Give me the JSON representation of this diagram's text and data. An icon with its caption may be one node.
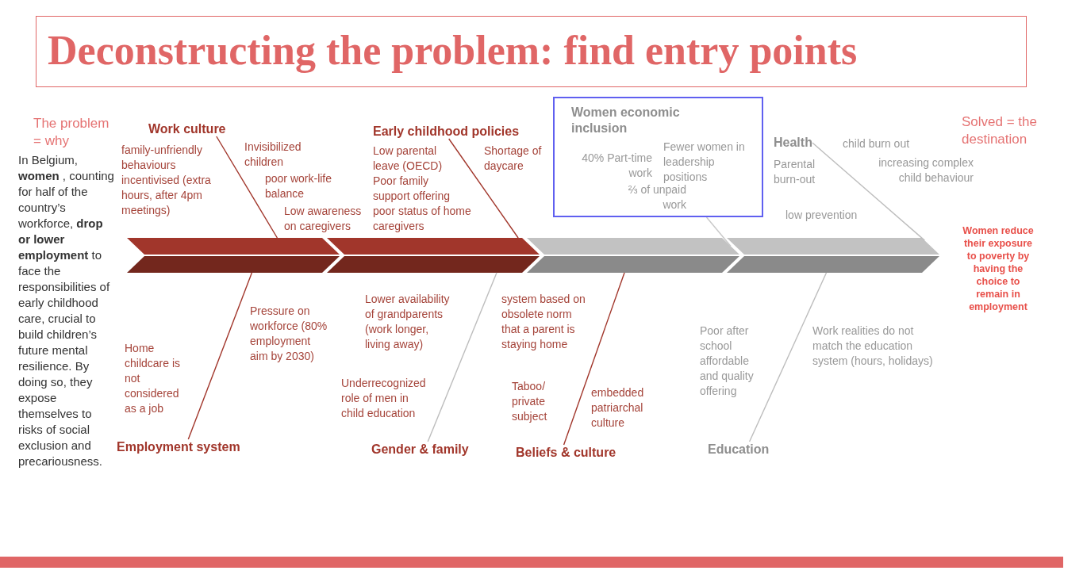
{
  "diagram": {
    "title": "Deconstructing the problem: find entry points",
    "nodes": [
      {
        "text": [
          "Work culture"
        ]
      },
      {
        "text": [
          "Early childhood policies"
        ]
      },
      {
        "text": [
          "Women economic inclusion",
          "40% Part-time work",
          "Fewer women in leadership positions",
          "⅔ of unpaid work"
        ]
      },
      {
        "text": [
          "Health"
        ]
      },
      {
        "text": [],
        "shape": "arrow"
      },
      {
        "text": [],
        "shape": "arrow"
      },
      {
        "text": [],
        "shape": "arrow"
      },
      {
        "text": [],
        "shape": "arrow"
      },
      {
        "text": [
          "Employment system"
        ]
      },
      {
        "text": [
          "Gender & family"
        ]
      },
      {
        "text": [
          "Beliefs & culture"
        ]
      },
      {
        "text": [
          "Education"
        ]
      }
    ],
    "edges": [
      {
        "from": 0,
        "to": 4,
        "arrow": "none",
        "color": "#a1362b"
      },
      {
        "from": 1,
        "to": 5,
        "arrow": "none",
        "color": "#a1362b"
      },
      {
        "from": 2,
        "to": 6,
        "arrow": "none",
        "color": "#c8c8c8"
      },
      {
        "from": 3,
        "to": 7,
        "arrow": "none",
        "color": "#bdbdbd"
      },
      {
        "from": 8,
        "to": 4,
        "arrow": "none",
        "color": "#a1362b"
      },
      {
        "from": 9,
        "to": 5,
        "arrow": "none",
        "color": "#bdbdbd"
      },
      {
        "from": 10,
        "to": 6,
        "arrow": "none",
        "color": "#a1362b"
      },
      {
        "from": 11,
        "to": 7,
        "arrow": "none",
        "color": "#bdbdbd"
      }
    ],
    "labels": [
      "The problem = why",
      "In Belgium, **women** , counting for half of the country’s workforce, **drop or lower employment** to face the responsibilities of early childhood care, crucial to build children’s future mental resilience. By doing so, they expose themselves to risks of social exclusion and precariousness.",
      "family-unfriendly behaviours incentivised (extra hours, after 4pm meetings)",
      "Invisibilized children",
      "poor work-life balance",
      "Low awareness on caregivers",
      "Low parental leave (OECD)",
      "Shortage of daycare",
      "Poor family support offering",
      "poor status of home caregivers",
      "Parental burn-out",
      "child burn out",
      "increasing complex child behaviour",
      "low prevention",
      "Solved = the destination",
      "Women reduce their exposure to poverty by having the choice to remain in employment",
      "Pressure on workforce (80% employment aim by 2030)",
      "Home childcare is not considered as a job",
      "Lower availability of grandparents (work longer, living away)",
      "Underrecognized role of men in child education",
      "system based on obsolete norm that a parent is staying home",
      "Taboo/ private subject",
      "embedded patriarchal culture",
      "Poor after school affordable and quality offering",
      "Work realities do not match the education system (hours, holidays)"
    ]
  }
}
